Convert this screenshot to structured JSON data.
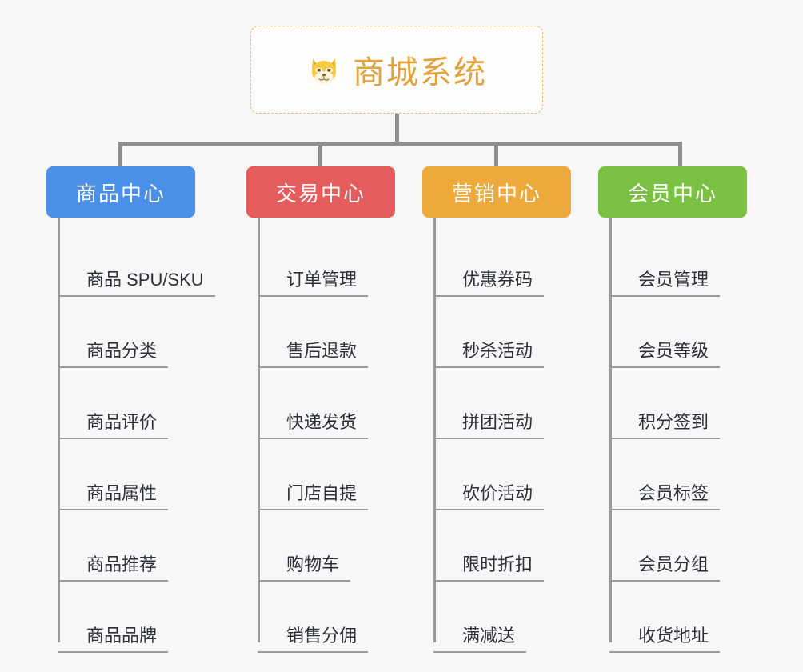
{
  "page": {
    "background_color": "#f7f7f7",
    "line_color": "#8e8e8e"
  },
  "root": {
    "icon": "shiba-dog-face-icon",
    "title": "商城系统",
    "title_color": "#e2a33c",
    "border_color": "#e8b964"
  },
  "branches": [
    {
      "label": "商品中心",
      "color": "#4a90e8",
      "items": [
        "商品 SPU/SKU",
        "商品分类",
        "商品评价",
        "商品属性",
        "商品推荐",
        "商品品牌"
      ]
    },
    {
      "label": "交易中心",
      "color": "#e55c5c",
      "items": [
        "订单管理",
        "售后退款",
        "快递发货",
        "门店自提",
        "购物车",
        "销售分佣"
      ]
    },
    {
      "label": "营销中心",
      "color": "#eda93c",
      "items": [
        "优惠券码",
        "秒杀活动",
        "拼团活动",
        "砍价活动",
        "限时折扣",
        "满减送"
      ]
    },
    {
      "label": "会员中心",
      "color": "#7ac143",
      "items": [
        "会员管理",
        "会员等级",
        "积分签到",
        "会员标签",
        "会员分组",
        "收货地址"
      ]
    }
  ]
}
